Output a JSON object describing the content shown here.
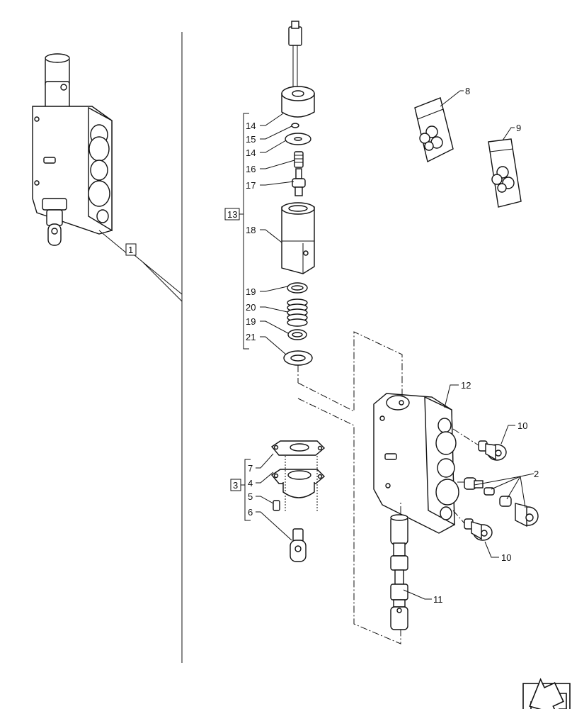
{
  "callouts": {
    "c1": "1",
    "c2": "2",
    "c3": "3",
    "c4": "4",
    "c5": "5",
    "c6": "6",
    "c7": "7",
    "c8": "8",
    "c9": "9",
    "c10a": "10",
    "c10b": "10",
    "c11": "11",
    "c12": "12",
    "c13": "13",
    "c14a": "14",
    "c14b": "14",
    "c15": "15",
    "c16": "16",
    "c17": "17",
    "c18": "18",
    "c19a": "19",
    "c19b": "19",
    "c20": "20",
    "c21": "21"
  },
  "icons": {
    "nav": "arrow-icon"
  }
}
